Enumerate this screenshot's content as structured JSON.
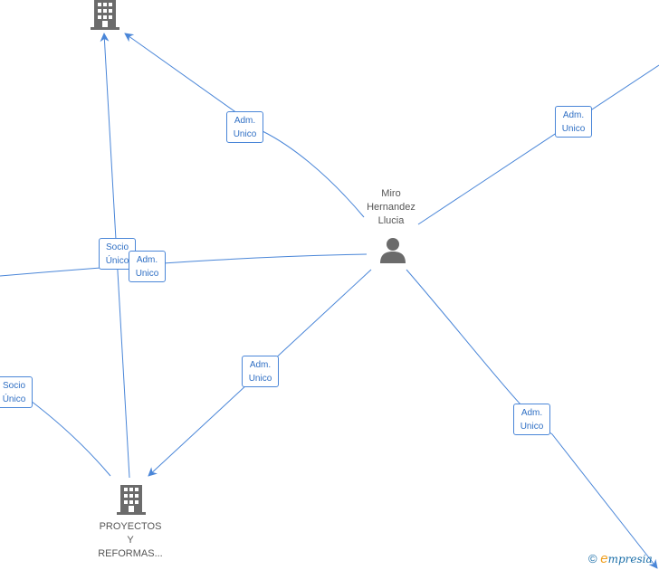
{
  "person": {
    "name_lines": [
      "Miro",
      "Hernandez",
      "Llucia"
    ],
    "icon": "person-icon"
  },
  "company_bottom": {
    "name_lines": [
      "PROYECTOS",
      "Y",
      "REFORMAS..."
    ],
    "icon": "building-icon"
  },
  "company_top": {
    "icon": "building-icon"
  },
  "relations": [
    {
      "line1": "Adm.",
      "line2": "Unico"
    },
    {
      "line1": "Adm.",
      "line2": "Unico"
    },
    {
      "line1": "Socio",
      "line2": "Único"
    },
    {
      "line1": "Adm.",
      "line2": "Unico"
    },
    {
      "line1": "Adm.",
      "line2": "Unico"
    },
    {
      "line1": "Socio",
      "line2": "Único"
    },
    {
      "line1": "Adm.",
      "line2": "Unico"
    }
  ],
  "watermark": {
    "copyright": "©",
    "brand_initial": "e",
    "brand_rest": "mpresia"
  },
  "colors": {
    "edge": "#4a86d8",
    "icon": "#6b6b6b"
  }
}
